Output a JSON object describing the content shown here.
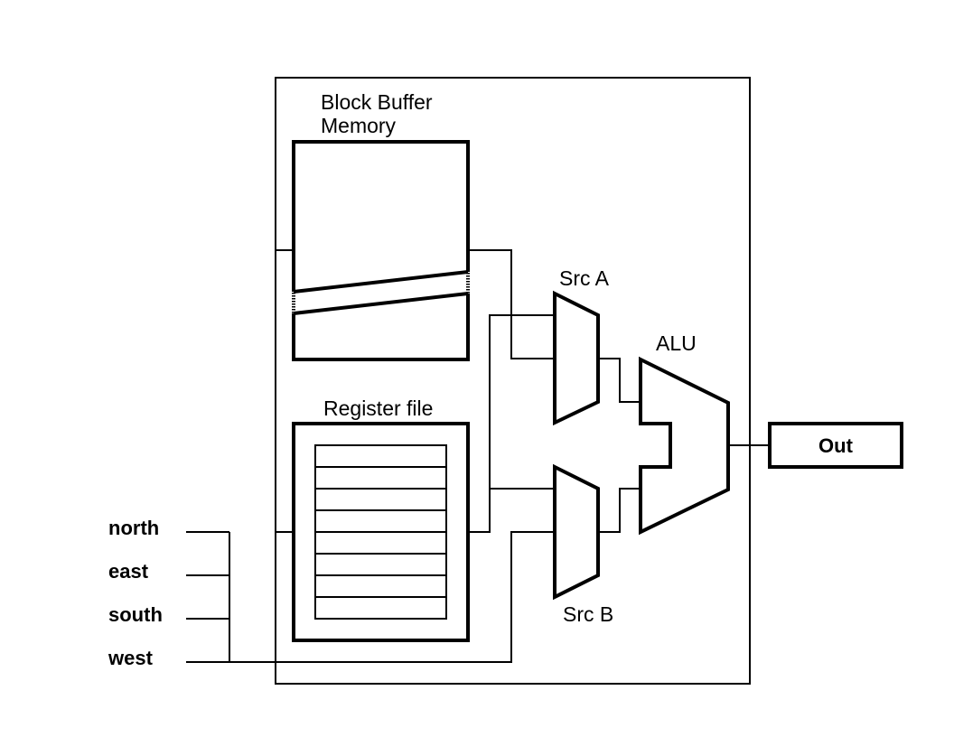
{
  "labels": {
    "block_buffer_line1": "Block Buffer",
    "block_buffer_line2": "Memory",
    "register_file": "Register file",
    "src_a": "Src A",
    "src_b": "Src B",
    "alu": "ALU",
    "out": "Out"
  },
  "inputs": [
    "north",
    "east",
    "south",
    "west"
  ],
  "register_file_rows": 8
}
